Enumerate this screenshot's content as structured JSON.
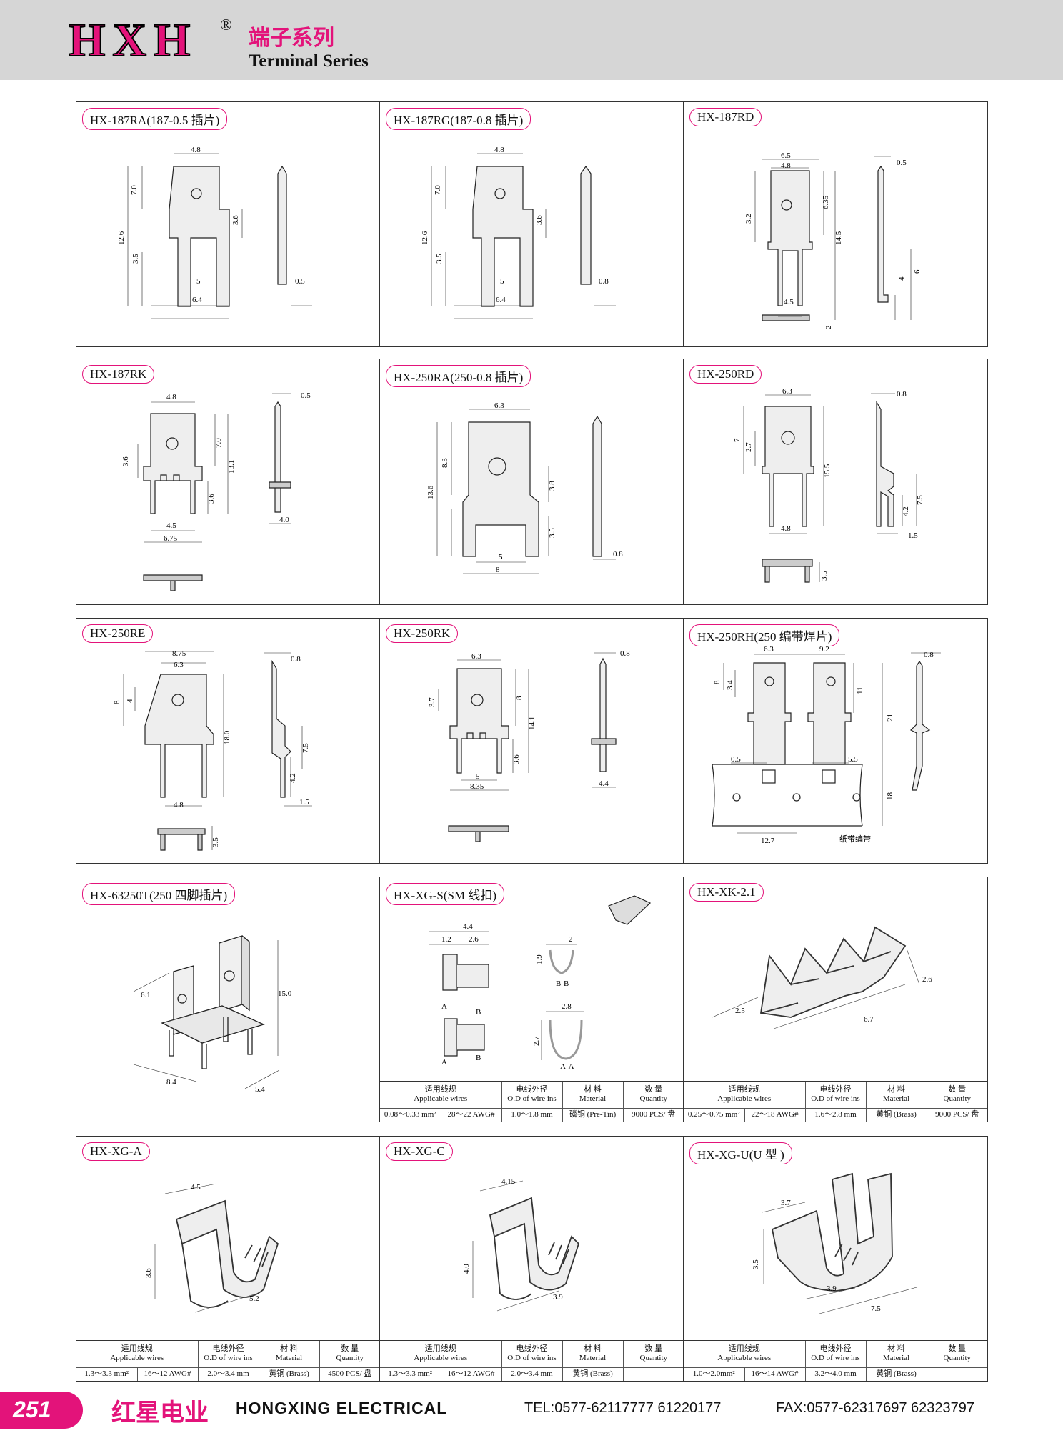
{
  "header": {
    "logo": "HXH",
    "registered": "®",
    "title_cn": "端子系列",
    "title_en": "Terminal Series"
  },
  "panels": [
    {
      "label": "HX-187RA(187-0.5 插片)",
      "dims": [
        "4.8",
        "7.0",
        "12.6",
        "3.6",
        "3.5",
        "5",
        "6.4",
        "0.5"
      ]
    },
    {
      "label": "HX-187RG(187-0.8 插片)",
      "dims": [
        "4.8",
        "7.0",
        "12.6",
        "3.6",
        "3.5",
        "5",
        "6.4",
        "0.8"
      ]
    },
    {
      "label": "HX-187RD",
      "dims": [
        "6.5",
        "4.8",
        "0.5",
        "3.2",
        "6.35",
        "14.5",
        "4",
        "6",
        "4.5",
        "2"
      ]
    },
    {
      "label": "HX-187RK",
      "dims": [
        "4.8",
        "0.5",
        "7.0",
        "13.1",
        "3.6",
        "3.6",
        "4.5",
        "6.75",
        "4.0"
      ]
    },
    {
      "label": "HX-250RA(250-0.8 插片)",
      "dims": [
        "6.3",
        "13.6",
        "8.3",
        "3.8",
        "3.5",
        "5",
        "8",
        "0.8"
      ]
    },
    {
      "label": "HX-250RD",
      "dims": [
        "6.3",
        "0.8",
        "7",
        "2.7",
        "15.5",
        "4.8",
        "7.5",
        "4.2",
        "1.5",
        "3.5"
      ]
    },
    {
      "label": "HX-250RE",
      "dims": [
        "8.75",
        "6.3",
        "0.8",
        "8",
        "4",
        "18.0",
        "7.5",
        "4.2",
        "4.8",
        "1.5",
        "3.5"
      ]
    },
    {
      "label": "HX-250RK",
      "dims": [
        "6.3",
        "0.8",
        "3.7",
        "8",
        "14.1",
        "3.6",
        "5",
        "8.35",
        "4.4"
      ]
    },
    {
      "label": "HX-250RH(250 编带焊片)",
      "dims": [
        "6.3",
        "9.2",
        "0.8",
        "8",
        "3.4",
        "11",
        "21",
        "0.5",
        "5.5",
        "18",
        "12.7"
      ],
      "note": "纸带编带"
    },
    {
      "label": "HX-63250T(250 四脚插片)",
      "dims": [
        "6.1",
        "15.0",
        "8.4",
        "5.4"
      ]
    },
    {
      "label": "HX-XG-S(SM 线扣)",
      "dims": [
        "4.4",
        "1.2",
        "2.6",
        "2",
        "1.9",
        "2.8",
        "2.7"
      ],
      "sections": [
        "B-B",
        "A-A",
        "A",
        "B",
        "A",
        "B"
      ]
    },
    {
      "label": "HX-XK-2.1",
      "dims": [
        "2.6",
        "2.5",
        "6.7"
      ]
    },
    {
      "label": "HX-XG-A",
      "dims": [
        "4.5",
        "3.6",
        "5.2"
      ]
    },
    {
      "label": "HX-XG-C",
      "dims": [
        "4.15",
        "4.0",
        "3.9"
      ]
    },
    {
      "label": "HX-XG-U(U 型 )",
      "dims": [
        "3.7",
        "3.5",
        "3.9",
        "7.5"
      ]
    }
  ],
  "spec_headers": {
    "wires_cn": "适用线规",
    "wires_en": "Applicable wires",
    "od_cn": "电线外径",
    "od_en": "O.D of wire ins",
    "material_cn": "材 料",
    "material_en": "Material",
    "qty_cn": "数 量",
    "qty_en": "Quantity"
  },
  "specs": {
    "xgs": {
      "mm": "0.08～0.33 mm²",
      "awg": "28～22 AWG#",
      "od": "1.0～1.8 mm",
      "material": "磷铜 (Pre-Tin)",
      "qty": "9000 PCS/ 盘"
    },
    "xk": {
      "mm": "0.25～0.75 mm²",
      "awg": "22～18 AWG#",
      "od": "1.6～2.8 mm",
      "material": "黄铜 (Brass)",
      "qty": "9000 PCS/ 盘"
    },
    "xga": {
      "mm": "1.3～3.3 mm²",
      "awg": "16～12 AWG#",
      "od": "2.0～3.4 mm",
      "material": "黄铜 (Brass)",
      "qty": "4500 PCS/ 盘"
    },
    "xgc": {
      "mm": "1.3～3.3 mm²",
      "awg": "16～12 AWG#",
      "od": "2.0～3.4 mm",
      "material": "黄铜 (Brass)",
      "qty": ""
    },
    "xgu": {
      "mm": "1.0～2.0mm²",
      "awg": "16～14 AWG#",
      "od": "3.2～4.0 mm",
      "material": "黄铜 (Brass)",
      "qty": ""
    }
  },
  "footer": {
    "page": "251",
    "company_cn": "红星电业",
    "company_en": "HONGXING ELECTRICAL",
    "tel": "TEL:0577-62117777  61220177",
    "fax": "FAX:0577-62317697  62323797"
  }
}
